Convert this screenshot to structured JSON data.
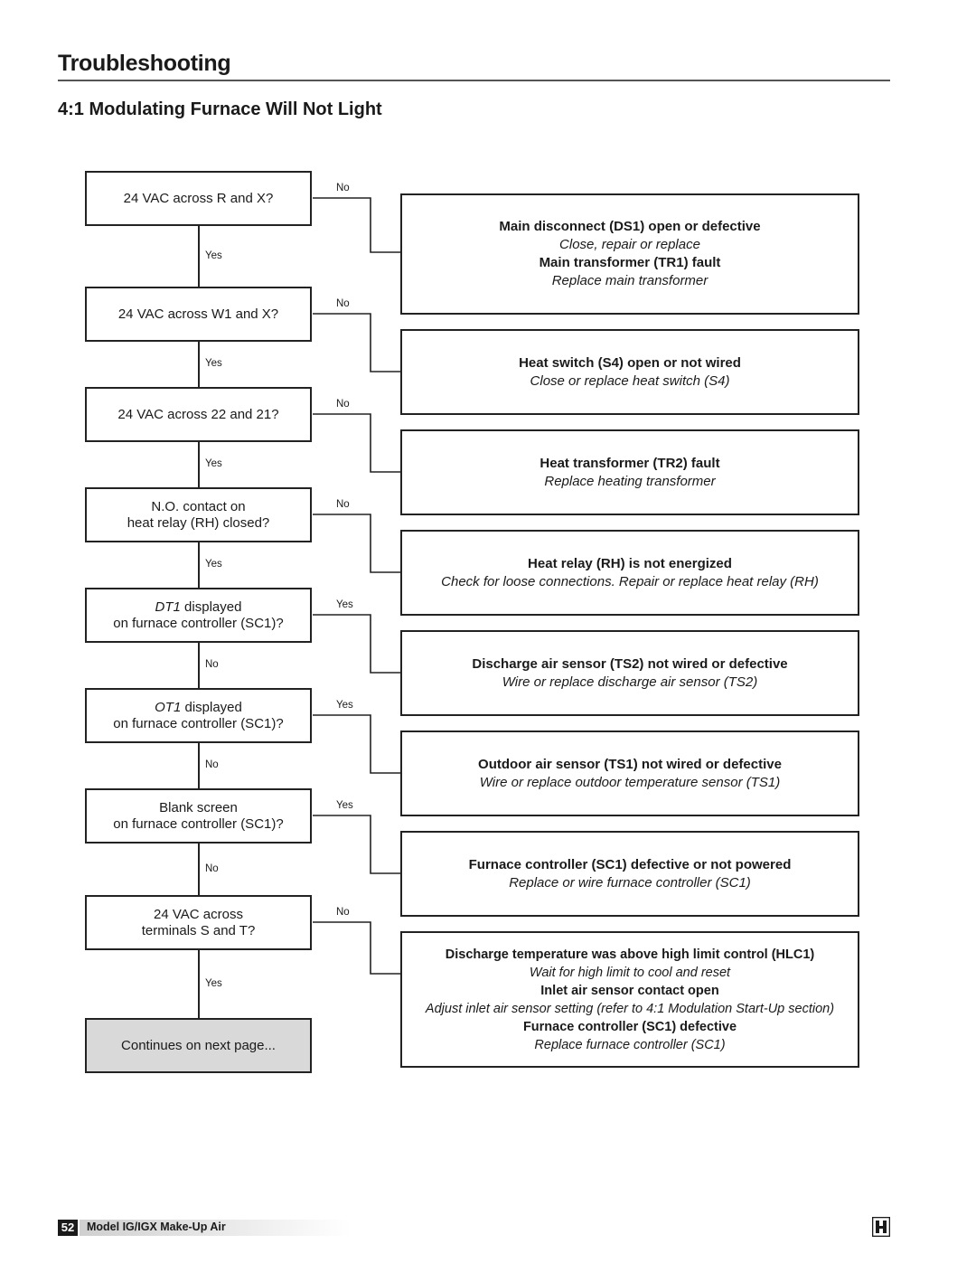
{
  "header": {
    "title": "Troubleshooting",
    "section": "4:1 Modulating Furnace Will Not Light"
  },
  "questions": [
    {
      "lines": [
        "24 VAC across R and X?"
      ],
      "italic_prefix": "",
      "branch": "No",
      "next": "Yes"
    },
    {
      "lines": [
        "24 VAC across W1 and X?"
      ],
      "italic_prefix": "",
      "branch": "No",
      "next": "Yes"
    },
    {
      "lines": [
        "24 VAC across 22 and 21?"
      ],
      "italic_prefix": "",
      "branch": "No",
      "next": "Yes"
    },
    {
      "lines": [
        "N.O. contact on",
        "heat relay (RH) closed?"
      ],
      "italic_prefix": "",
      "branch": "No",
      "next": "Yes"
    },
    {
      "lines": [
        " displayed",
        "on furnace controller (SC1)?"
      ],
      "italic_prefix": "DT1",
      "branch": "Yes",
      "next": "No"
    },
    {
      "lines": [
        " displayed",
        "on furnace controller (SC1)?"
      ],
      "italic_prefix": "OT1",
      "branch": "Yes",
      "next": "No"
    },
    {
      "lines": [
        "Blank screen",
        "on furnace controller (SC1)?"
      ],
      "italic_prefix": "",
      "branch": "Yes",
      "next": "No"
    },
    {
      "lines": [
        "24 VAC across",
        "terminals S and T?"
      ],
      "italic_prefix": "",
      "branch": "No",
      "next": "Yes"
    }
  ],
  "end_box": "Continues on next page...",
  "answers": [
    {
      "items": [
        {
          "bold": "Main disconnect (DS1) open or defective",
          "italic": "Close, repair or replace"
        },
        {
          "bold": "Main transformer (TR1) fault",
          "italic": "Replace main transformer"
        }
      ]
    },
    {
      "items": [
        {
          "bold": "Heat switch (S4) open or not wired",
          "italic": "Close or replace heat switch (S4)"
        }
      ]
    },
    {
      "items": [
        {
          "bold": "Heat transformer (TR2) fault",
          "italic": "Replace heating transformer"
        }
      ]
    },
    {
      "items": [
        {
          "bold": "Heat relay (RH) is not energized",
          "italic": "Check for loose connections. Repair or replace heat relay (RH)"
        }
      ]
    },
    {
      "items": [
        {
          "bold": "Discharge air sensor (TS2) not wired or defective",
          "italic": "Wire or replace discharge air sensor (TS2)"
        }
      ]
    },
    {
      "items": [
        {
          "bold": "Outdoor air sensor (TS1) not wired or defective",
          "italic": "Wire or replace outdoor temperature sensor (TS1)"
        }
      ]
    },
    {
      "items": [
        {
          "bold": "Furnace controller (SC1) defective or not powered",
          "italic": "Replace or wire furnace controller (SC1)"
        }
      ]
    },
    {
      "items": [
        {
          "bold": "Discharge temperature was above high limit control (HLC1)",
          "italic": "Wait for high limit to cool and reset"
        },
        {
          "bold": "Inlet air sensor contact open",
          "italic": "Adjust inlet air sensor setting (refer to 4:1 Modulation Start-Up section)"
        },
        {
          "bold": "Furnace controller (SC1) defective",
          "italic": "Replace furnace controller (SC1)"
        }
      ]
    }
  ],
  "footer": {
    "page_number": "52",
    "text": "Model IG/IGX Make-Up Air"
  }
}
